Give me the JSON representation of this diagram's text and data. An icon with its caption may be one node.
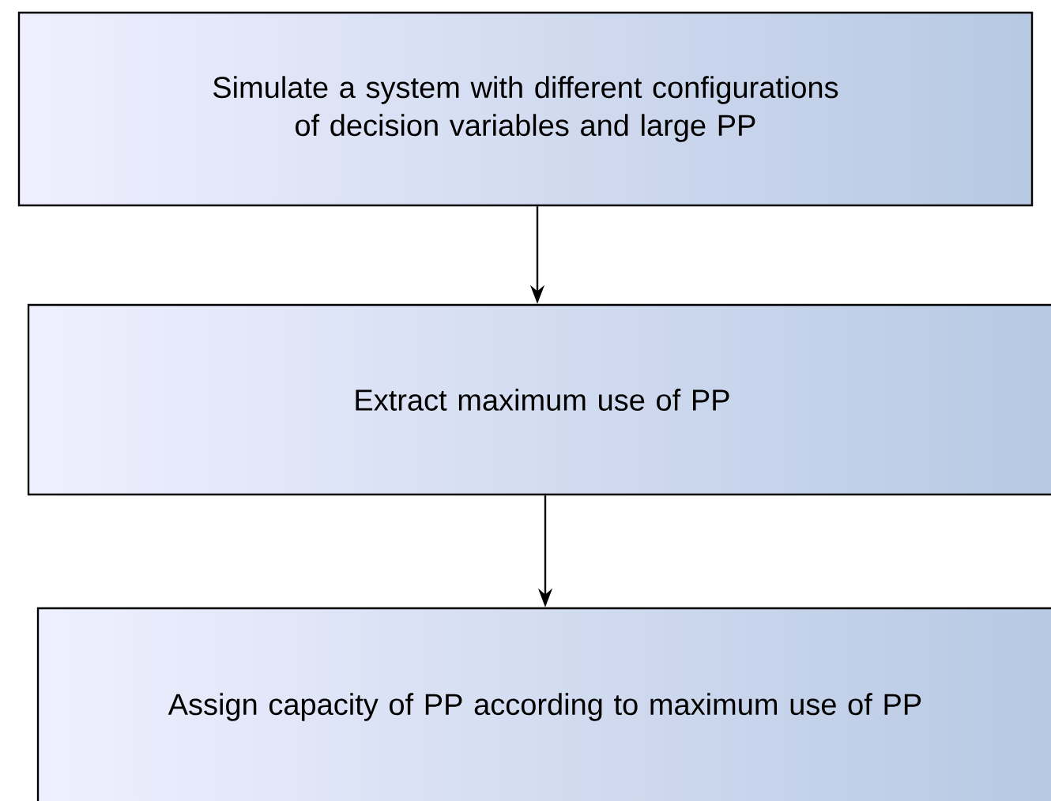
{
  "diagram": {
    "nodes": [
      {
        "text": [
          "Simulate a system with different configurations of decision variables and large PP"
        ]
      },
      {
        "text": [
          "Extract maximum use of PP"
        ]
      },
      {
        "text": [
          "Assign capacity of PP according to maximum use of PP"
        ]
      }
    ],
    "edges": [
      {
        "from": 0,
        "to": 1,
        "arrow": "to"
      },
      {
        "from": 1,
        "to": 2,
        "arrow": "to"
      }
    ]
  }
}
